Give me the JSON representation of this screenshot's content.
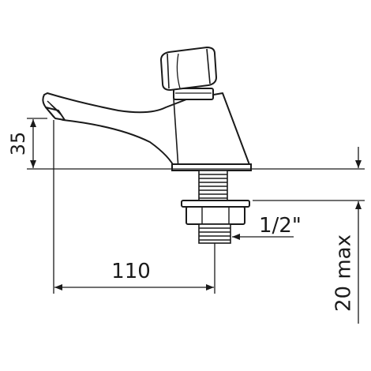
{
  "drawing": {
    "subject": "self-closing basin tap",
    "stroke_color": "#1a1a1a",
    "background": "#ffffff"
  },
  "dimensions": {
    "spout_height": "35",
    "horizontal_reach": "110",
    "thread_size": "1/2\"",
    "mounting_thickness": "20 max"
  }
}
